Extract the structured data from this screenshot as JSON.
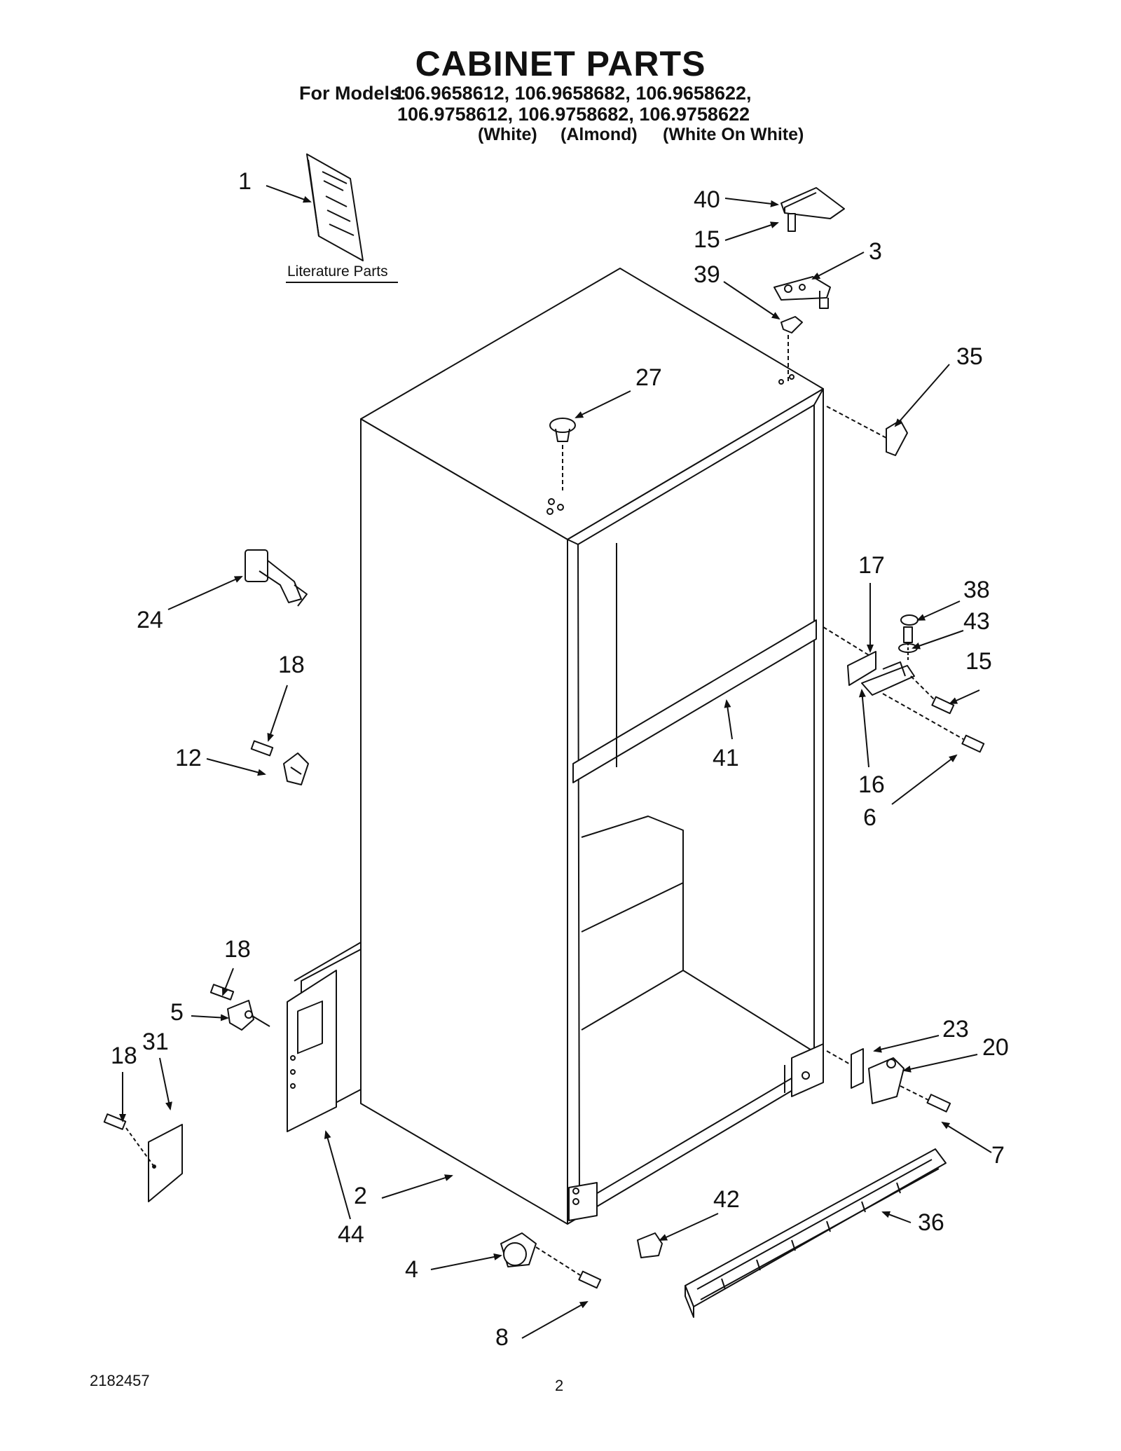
{
  "header": {
    "title": "CABINET PARTS",
    "models_label": "For Models:",
    "models_line1": "106.9658612, 106.9658682, 106.9658622,",
    "models_line2": "106.9758612, 106.9758682, 106.9758622",
    "colors": [
      "(White)",
      "(Almond)",
      "(White On White)"
    ]
  },
  "literature": {
    "label": "Literature Parts",
    "callout": "1"
  },
  "callouts": [
    "1",
    "40",
    "15",
    "3",
    "39",
    "35",
    "27",
    "24",
    "18",
    "12",
    "17",
    "38",
    "43",
    "15",
    "16",
    "6",
    "41",
    "18",
    "5",
    "31",
    "18",
    "44",
    "2",
    "23",
    "20",
    "7",
    "42",
    "36",
    "4",
    "8"
  ],
  "footer": {
    "doc_number": "2182457",
    "page": "2"
  }
}
